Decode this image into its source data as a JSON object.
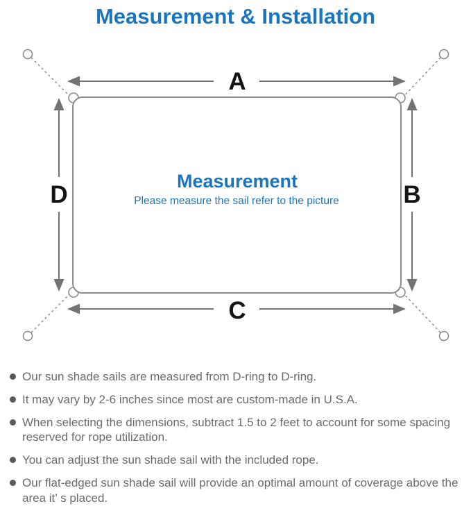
{
  "title": "Measurement & Installation",
  "diagram": {
    "side_labels": {
      "top": "A",
      "right": "B",
      "bottom": "C",
      "left": "D"
    },
    "center_title": "Measurement",
    "center_subtitle": "Please measure the sail refer to the picture"
  },
  "notes": [
    "Our sun shade sails are measured from D-ring to D-ring.",
    "It may vary by 2-6 inches since most are custom-made in U.S.A.",
    "When selecting the dimensions, subtract 1.5 to 2 feet to account for some spacing reserved for rope utilization.",
    "You can adjust the sun shade sail with the included rope.",
    "Our flat-edged sun shade sail will provide an optimal amount of coverage above the area it’ s placed."
  ],
  "colors": {
    "accent_blue": "#1b75bc",
    "outline_gray": "#8a8a8a",
    "arrow_gray": "#737373",
    "note_text_gray": "#6b6b6b",
    "label_black": "#141414"
  }
}
